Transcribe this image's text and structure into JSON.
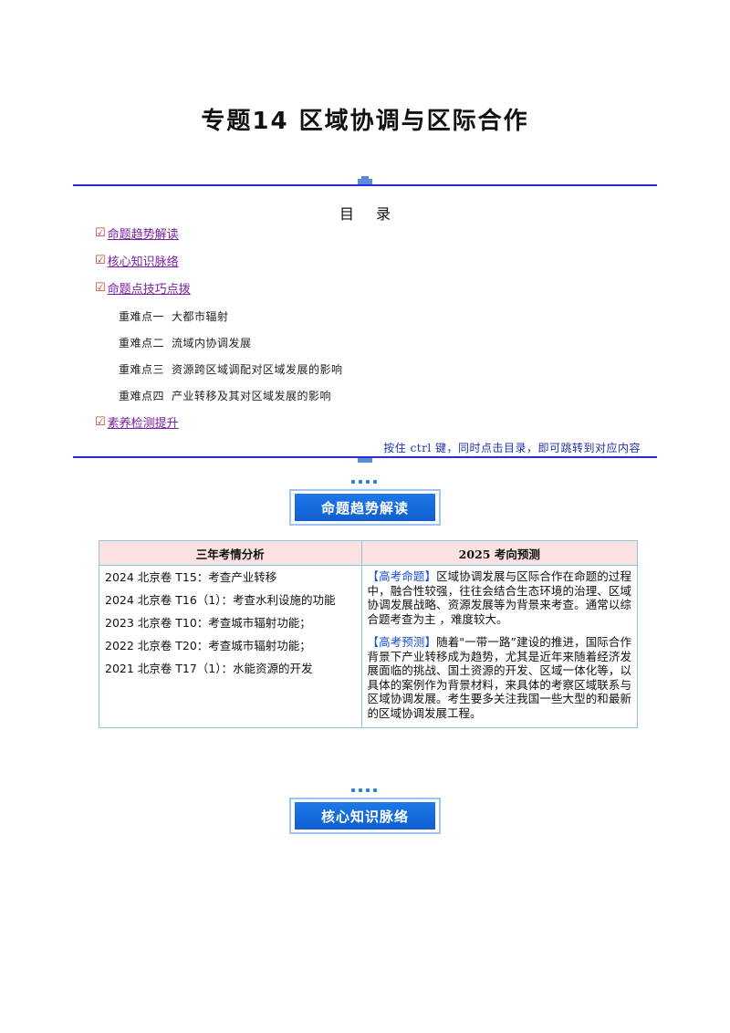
{
  "title": "专题14  区域协调与区际合作",
  "toc": {
    "heading": "目录",
    "items": [
      {
        "check": "☑",
        "label": "命题趋势解读"
      },
      {
        "check": "☑",
        "label": "核心知识脉络"
      },
      {
        "check": "☑",
        "label": "命题点技巧点拨"
      }
    ],
    "subitems": [
      {
        "prefix": "重难点一",
        "text": "大都市辐射"
      },
      {
        "prefix": "重难点二",
        "text": "流域内协调发展"
      },
      {
        "prefix": "重难点三",
        "text": "资源跨区域调配对区域发展的影响"
      },
      {
        "prefix": "重难点四",
        "text": "产业转移及其对区域发展的影响"
      }
    ],
    "last_item": {
      "check": "☑",
      "label": "素养检测提升"
    },
    "hint": "按住 ctrl 键，同时点击目录，即可跳转到对应内容"
  },
  "section1": {
    "banner": "命题趋势解读"
  },
  "table": {
    "headers": [
      "三年考情分析",
      "2025 考向预测"
    ],
    "exams": [
      "2024 北京卷 T15：考查产业转移",
      "2024 北京卷 T16（1）：考查水利设施的功能",
      "2023 北京卷 T10：考查城市辐射功能；",
      "2022 北京卷 T20：考查城市辐射功能；",
      "2021 北京卷 T17（1）：水能资源的开发"
    ],
    "prediction1_tag": "【高考命题】",
    "prediction1_text": "区域协调发展与区际合作在命题的过程中，融合性较强，往往会结合生态环境的治理、区域协调发展战略、资源发展等为背景来考查。通常以综合题考查为主 ，难度较大。",
    "prediction2_tag": "【高考预测】",
    "prediction2_text": "随着\"一带一路”建设的推进，国际合作背景下产业转移成为趋势，尤其是近年来随着经济发展面临的挑战、国土资源的开发、区域一体化等，以具体的案例作为背景材料，来具体的考察区域联系与区域协调发展。考生要多关注我国一些大型的和最新的区域协调发展工程。"
  },
  "section2": {
    "banner": "核心知识脉络"
  },
  "colors": {
    "accent_blue": "#1e78e8",
    "rule_blue": "#2b2bd6",
    "link_purple": "#7a1fa2",
    "header_pink": "#fbe1e1"
  }
}
